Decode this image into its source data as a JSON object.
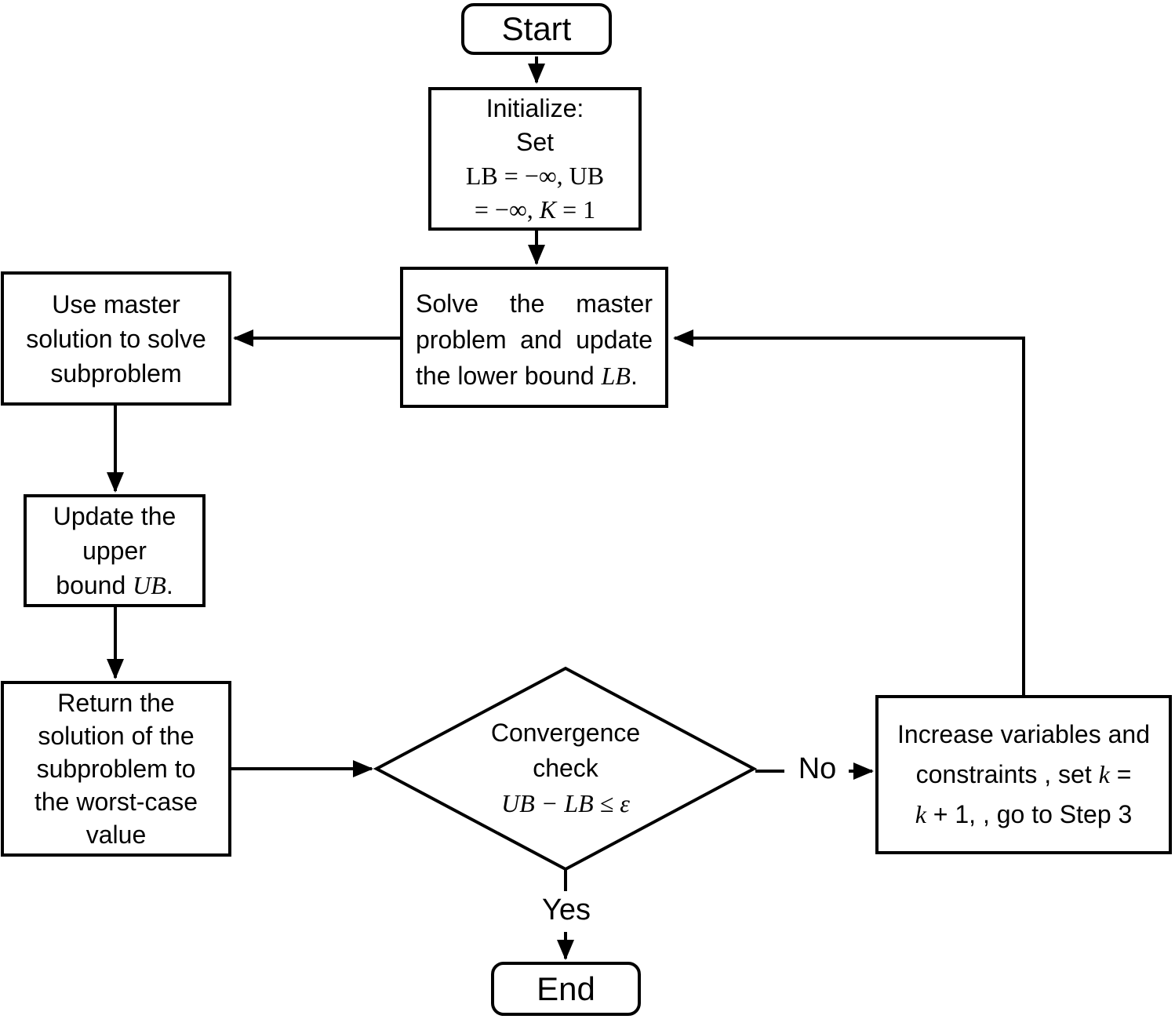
{
  "colors": {
    "background": "#ffffff",
    "stroke": "#000000"
  },
  "nodes": {
    "start": {
      "label": "Start"
    },
    "initialize": {
      "l1": "Initialize:",
      "l2": "Set",
      "l3": "LB = −∞, UB",
      "l4a": "= −∞, ",
      "l4b": "K",
      "l4c": " = 1"
    },
    "solve_master": {
      "a": "Solve the master problem and update the lower bound ",
      "b": "LB",
      "c": "."
    },
    "use_master": {
      "l1": "Use master",
      "l2": "solution to solve",
      "l3": "subproblem"
    },
    "update_upper": {
      "l1": "Update the",
      "l2": "upper",
      "l3a": "bound ",
      "l3b": "UB",
      "l3c": "."
    },
    "return_solution": {
      "l1": "Return the",
      "l2": "solution of the",
      "l3": "subproblem to",
      "l4": "the worst-case",
      "l5": "value"
    },
    "convergence": {
      "l1": "Convergence",
      "l2": "check",
      "l3": "UB − LB ≤ ε"
    },
    "increase": {
      "l1": "Increase variables and",
      "l2a": "constraints , set ",
      "l2b": "k",
      "l2c": " =",
      "l3a": "k",
      "l3b": " + 1, , go to Step 3"
    },
    "end": {
      "label": "End"
    }
  },
  "edge_labels": {
    "no": "No",
    "yes": "Yes"
  }
}
